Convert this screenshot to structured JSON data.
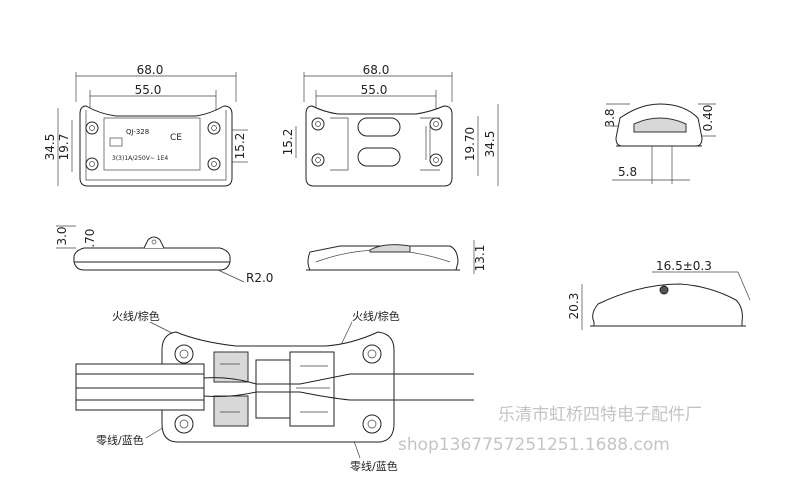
{
  "top_view": {
    "dim_length": "68.0",
    "dim_hole_span": "55.0",
    "dim_width": "34.5",
    "dim_inner_width": "19.7",
    "dim_hole_gap": "15.2",
    "label_model": "QJ-328",
    "label_rating": "3(3)1A/250V~ 1E4",
    "label_ce": "CE"
  },
  "bottom_view": {
    "dim_length": "68.0",
    "dim_hole_span": "55.0",
    "dim_hole_gap": "15.2",
    "dim_inner_width": "19.70",
    "dim_width": "34.5"
  },
  "end_view": {
    "dim_height": "3.8",
    "dim_top": "0.40",
    "dim_width": "5.8"
  },
  "side_view": {
    "dim_base": "3.0",
    "dim_total": "6.70",
    "dim_radius": "R2.0"
  },
  "front_view": {
    "dim_height": "13.1"
  },
  "profile_view": {
    "dim_button": "16.5±0.3",
    "dim_height": "20.3"
  },
  "wiring": {
    "live_label_left": "火线/棕色",
    "live_label_right": "火线/棕色",
    "neutral_label_left": "零线/蓝色",
    "neutral_label_right": "零线/蓝色"
  },
  "watermark": {
    "company": "乐清市虹桥四特电子配件厂",
    "shop_url": "shop1367757251251.1688.com"
  }
}
